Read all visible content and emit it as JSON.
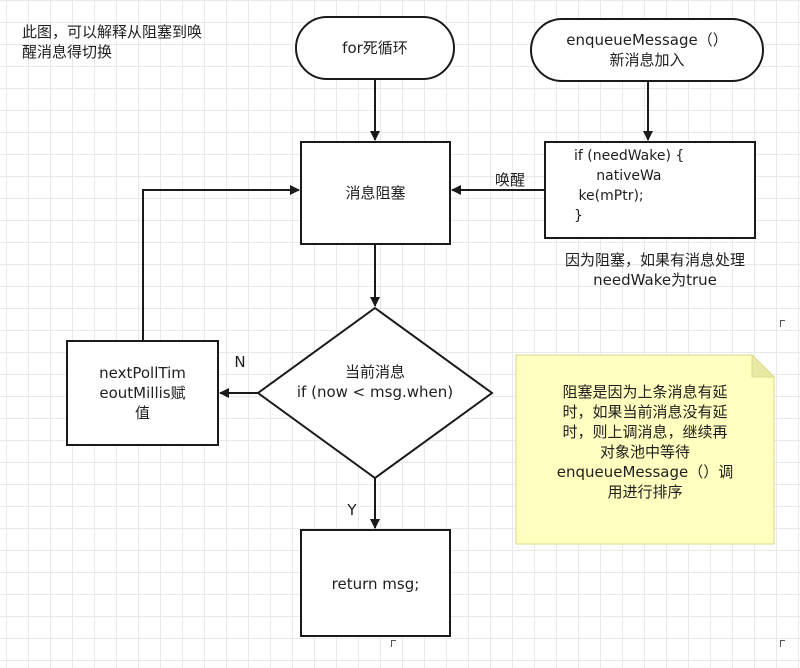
{
  "note_top": "此图，可以解释从阻塞到唤\n醒消息得切换",
  "nodes": {
    "for_loop": "for死循环",
    "enqueue": "enqueueMessage（）\n新消息加入",
    "blocking": "消息阻塞",
    "need_wake_code": "if (needWake) {\n     nativeWa\n ke(mPtr);\n}",
    "decision": "当前消息\nif (now < msg.when)",
    "timeout": "nextPollTim\neoutMillis赋\n值",
    "return_msg": "return msg;",
    "sticky_note": "阻塞是因为上条消息有延\n时，如果当前消息没有延\n时，则上调消息，继续再\n对象池中等待\nenqueueMessage（）调\n用进行排序"
  },
  "edges": {
    "wake_label": "唤醒",
    "wake_note": "因为阻塞，如果有消息处理\nneedWake为true",
    "no_label": "N",
    "yes_label": "Y"
  },
  "colors": {
    "stroke": "#1a1a1a",
    "node_fill": "#ffffff",
    "sticky_fill": "#ffffc0",
    "sticky_fold": "#e9e9a6",
    "text": "#1f1f1f"
  }
}
